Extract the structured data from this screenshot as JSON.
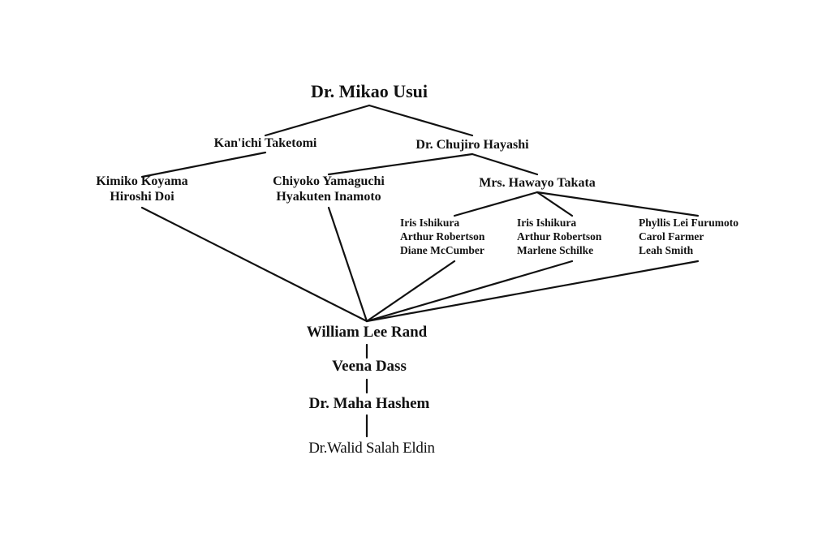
{
  "nodes": {
    "usui": "Dr. Mikao Usui",
    "taketomi": "Kan'ichi Taketomi",
    "hayashi": "Dr. Chujiro Hayashi",
    "koyama_group": [
      "Kimiko Koyama",
      "Hiroshi Doi"
    ],
    "yamaguchi_group": [
      "Chiyoko Yamaguchi",
      "Hyakuten Inamoto"
    ],
    "takata": "Mrs. Hawayo Takata",
    "takata_group_1": [
      "Iris Ishikura",
      "Arthur Robertson",
      "Diane McCumber"
    ],
    "takata_group_2": [
      "Iris Ishikura",
      "Arthur  Robertson",
      "Marlene Schilke"
    ],
    "takata_group_3": [
      "Phyllis Lei Furumoto",
      "Carol Farmer",
      "Leah Smith"
    ],
    "rand": "William Lee Rand",
    "dass": "Veena Dass",
    "hashem": "Dr. Maha Hashem",
    "eldin": "Dr.Walid Salah Eldin"
  },
  "colors": {
    "ink": "#111111",
    "background": "#ffffff"
  }
}
